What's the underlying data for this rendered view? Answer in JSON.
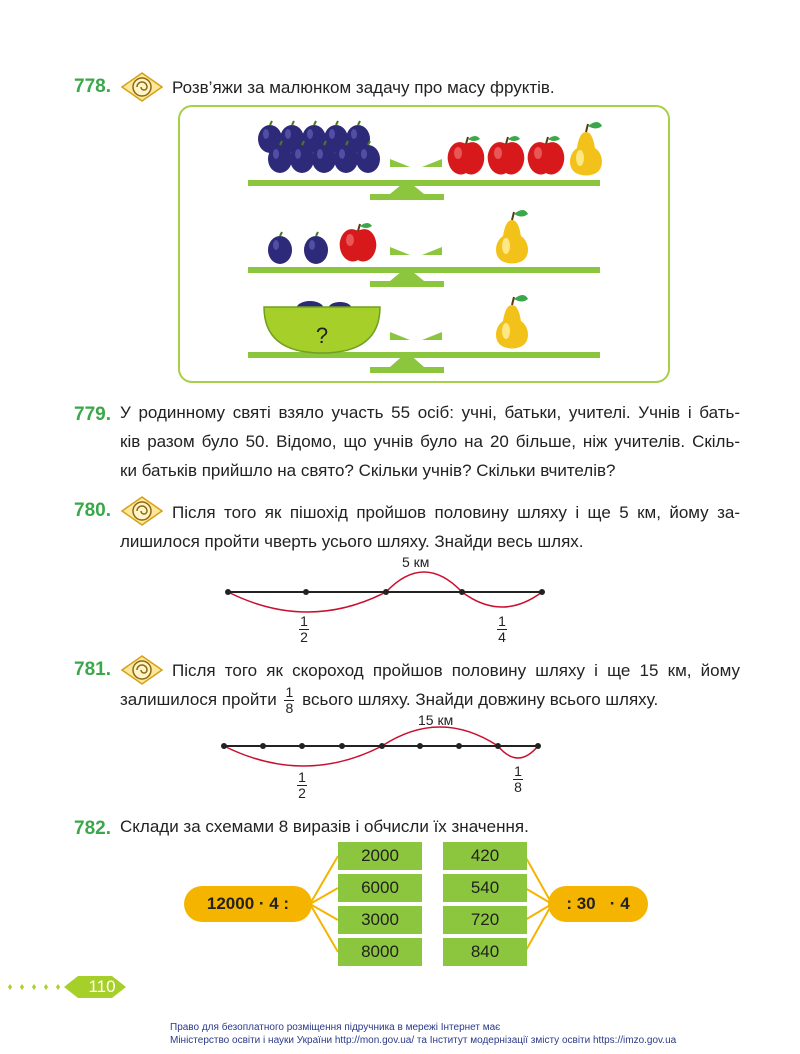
{
  "problems": {
    "p778": {
      "number": "778.",
      "text": "Розв’яжи за малюнком задачу про масу фруктів.",
      "question_mark": "?"
    },
    "p779": {
      "number": "779.",
      "lines": [
        "У родинному святі взяло участь 55 осіб: учні, батьки, учителі. Учнів і бать-",
        "ків разом було 50. Відомо, що учнів було на 20 більше, ніж учителів. Скіль-",
        "ки батьків прийшло на свято? Скільки учнів? Скільки вчителів?"
      ]
    },
    "p780": {
      "number": "780.",
      "lines": [
        "Після того як пішохід пройшов половину шляху і ще 5 км, йому за-",
        "лишилося пройти чверть усього шляху. Знайди весь шлях."
      ],
      "diagram": {
        "distance_label": "5 км",
        "half": {
          "num": "1",
          "den": "2"
        },
        "quarter": {
          "num": "1",
          "den": "4"
        }
      }
    },
    "p781": {
      "number": "781.",
      "line1": "Після того як скороход пройшов половину шляху і ще 15 км, йому",
      "line2_before": "залишилося пройти",
      "frac_num": "1",
      "frac_den": "8",
      "line2_after": "всього шляху. Знайди довжину всього шляху.",
      "diagram": {
        "distance_label": "15 км",
        "half": {
          "num": "1",
          "den": "2"
        },
        "eighth": {
          "num": "1",
          "den": "8"
        }
      }
    },
    "p782": {
      "number": "782.",
      "text": "Склади за схемами 8 виразів і обчисли їх значення.",
      "left_expr": "12000 · 4 :",
      "left_values": [
        "2000",
        "6000",
        "3000",
        "8000"
      ],
      "right_values": [
        "420",
        "540",
        "720",
        "840"
      ],
      "right_expr": ": 30   · 4"
    }
  },
  "page_number": "110",
  "footer": {
    "line1": "Право для безоплатного розміщення підручника в мережі Інтернет має",
    "line2": "Міністерство освіти і науки України http://mon.gov.ua/ та Інститут модернізації змісту освіти https://imzo.gov.ua"
  },
  "colors": {
    "green": "#3aa84a",
    "light_green": "#8cc63f",
    "orange": "#f5b400",
    "plum": "#2e2a7a",
    "apple": "#d7191c",
    "pear": "#f3c21a",
    "arc": "#c8102e"
  }
}
